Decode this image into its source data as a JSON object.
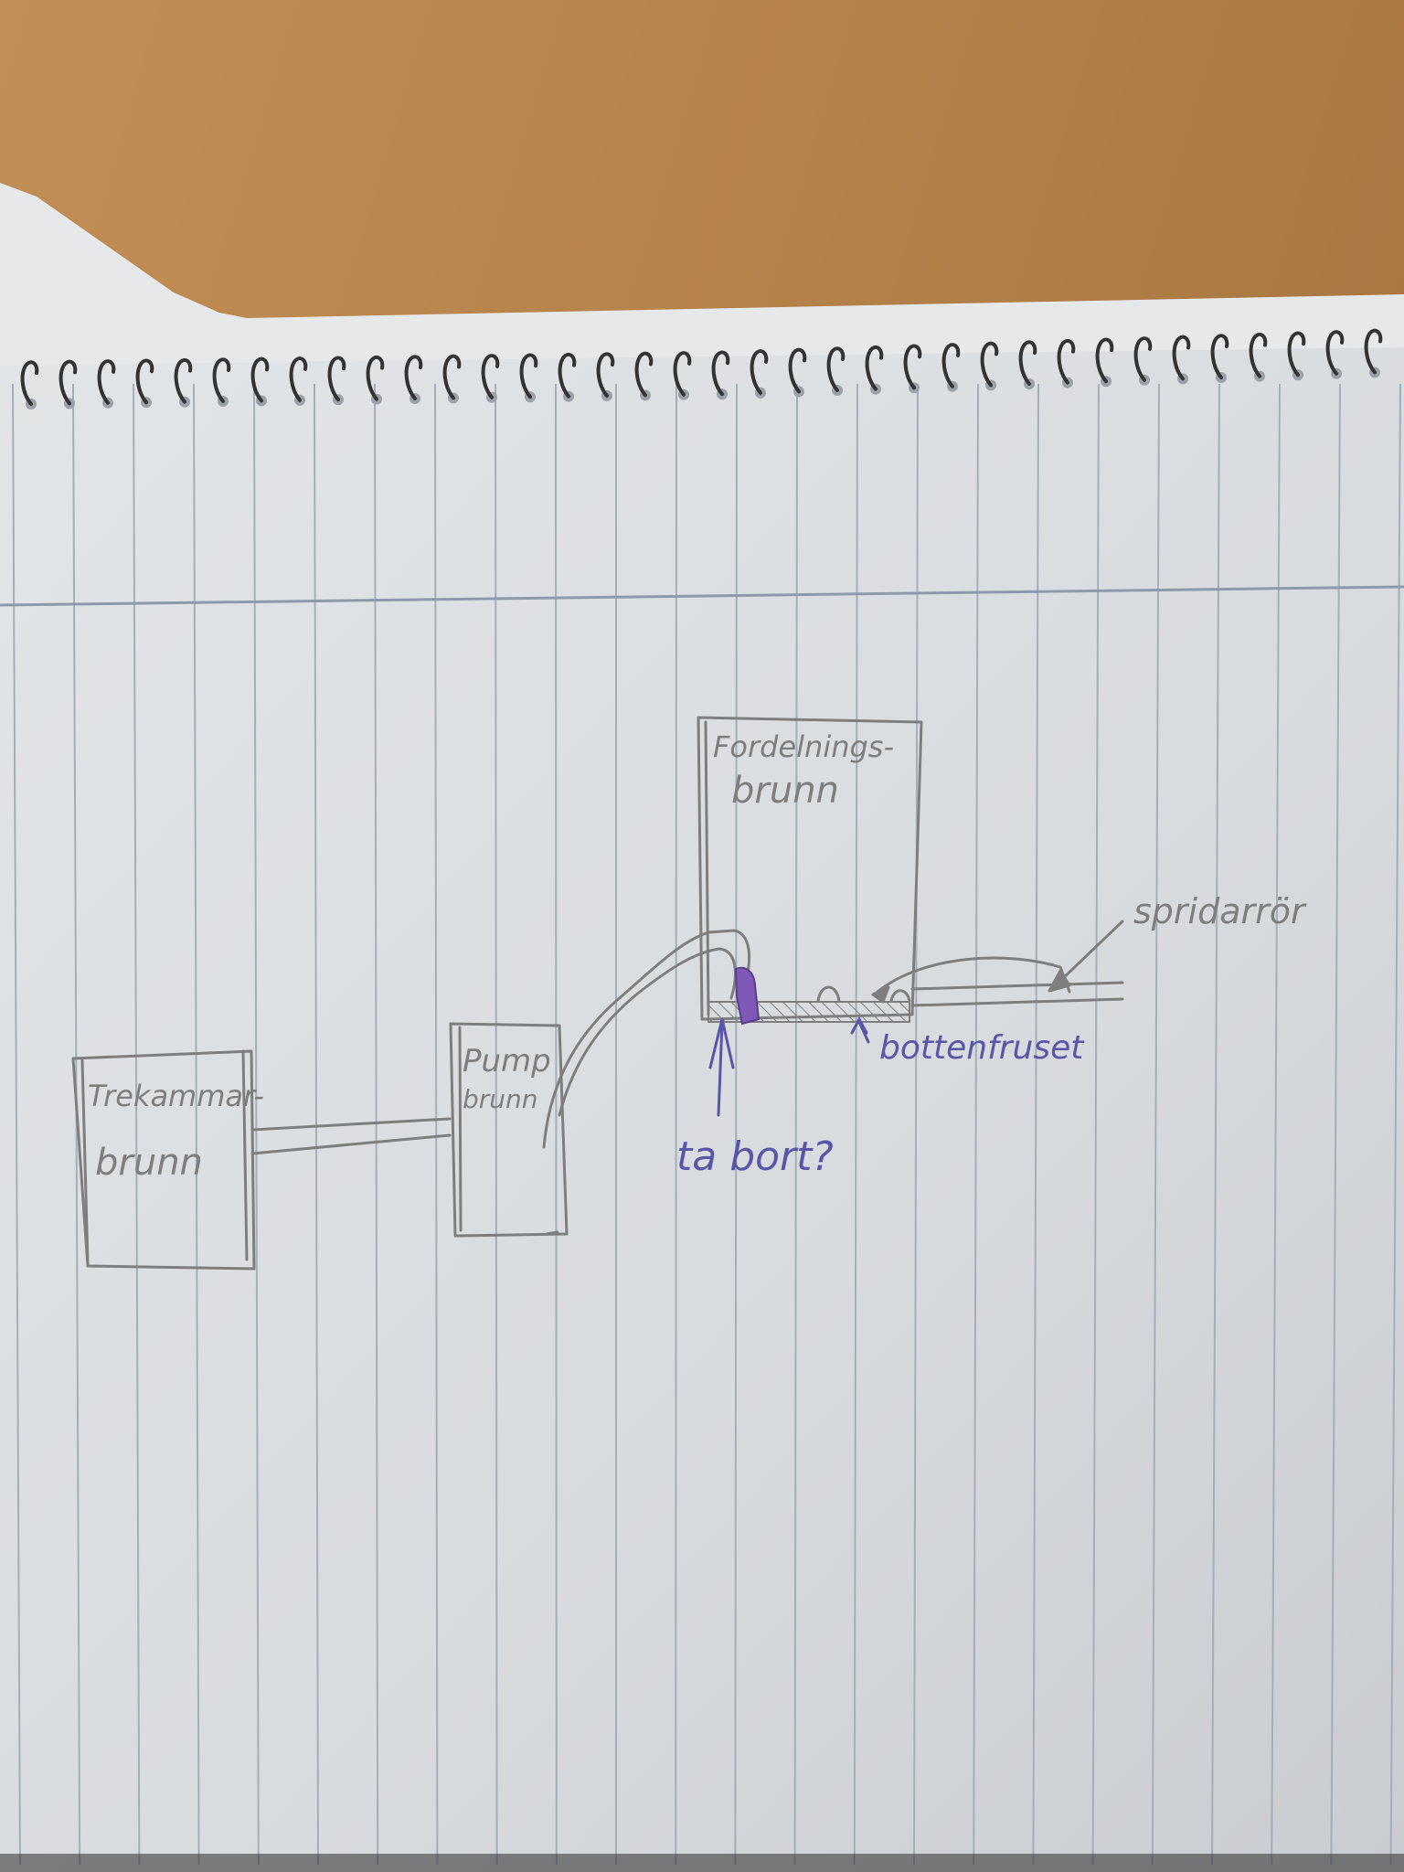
{
  "colors": {
    "desk": "#b98a52",
    "paper": "#dde0e2",
    "rule_line": "#9aa7b6",
    "pencil": "#7e7e7e",
    "pen_blue": "#5a55a8",
    "highlight_purple": "#7a4fb0",
    "spiral": "#3a3a3a"
  },
  "diagram": {
    "nodes": [
      {
        "id": "trekammar",
        "line1": "Trekammar-",
        "line2": "brunn"
      },
      {
        "id": "pump",
        "line1": "Pump",
        "line2": "brunn"
      },
      {
        "id": "fordelning",
        "line1": "Fordelnings-",
        "line2": "brunn"
      }
    ],
    "labels": {
      "spridarror": "spridarrör",
      "bottenfruset": "bottenfruset",
      "ta_bort": "ta bort?"
    },
    "edges": [
      {
        "from": "trekammar",
        "to": "pump",
        "kind": "pipe"
      },
      {
        "from": "pump",
        "to": "fordelning",
        "kind": "pipe"
      },
      {
        "from": "fordelning",
        "to": "spridarror",
        "kind": "pipe"
      }
    ]
  }
}
